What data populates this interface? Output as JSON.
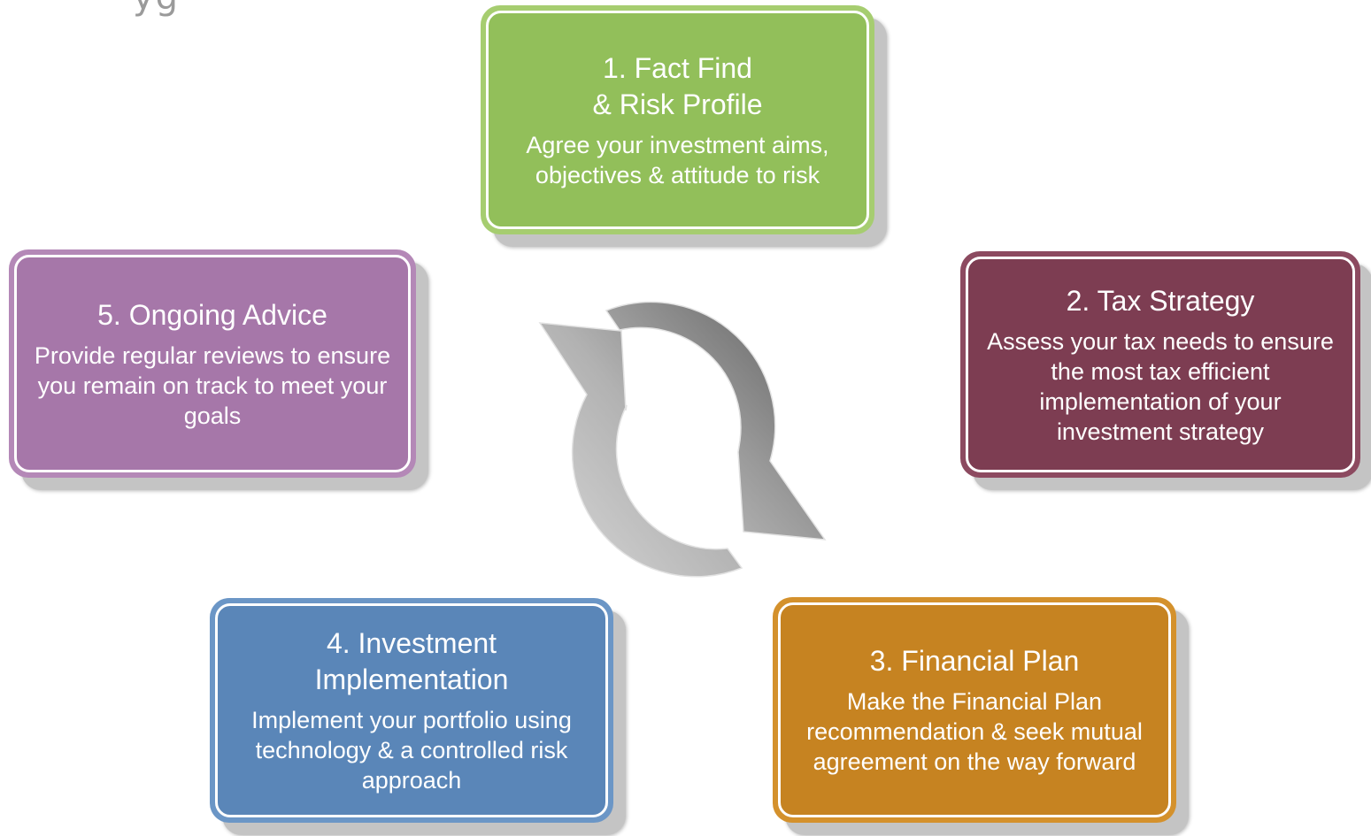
{
  "heading_fragment": "yg",
  "colors": {
    "step1": "#92bf5a",
    "step1_border": "#a6cd70",
    "step2": "#7d3d52",
    "step2_border": "#8c4a60",
    "step3": "#c68321",
    "step3_border": "#d4912c",
    "step4": "#5a86b8",
    "step4_border": "#6b96c6",
    "step5": "#a677a9",
    "step5_border": "#b488b7"
  },
  "steps": [
    {
      "title": "1. Fact Find & Risk Profile",
      "title_line1": "1. Fact Find",
      "title_line2": "& Risk Profile",
      "description": "Agree your investment aims, objectives & attitude to risk"
    },
    {
      "title": "2. Tax Strategy",
      "description": "Assess your tax needs to ensure the most tax efficient implementation of your investment strategy"
    },
    {
      "title": "3. Financial Plan",
      "description": "Make the Financial Plan recommendation & seek mutual agreement on the way forward"
    },
    {
      "title": "4. Investment Implementation",
      "title_line1": "4. Investment",
      "title_line2": "Implementation",
      "description": "Implement your portfolio using technology & a controlled risk approach"
    },
    {
      "title": "5. Ongoing Advice",
      "description": "Provide regular reviews to ensure you remain on track to meet your goals"
    }
  ],
  "center_icon": "circular-arrows-icon"
}
